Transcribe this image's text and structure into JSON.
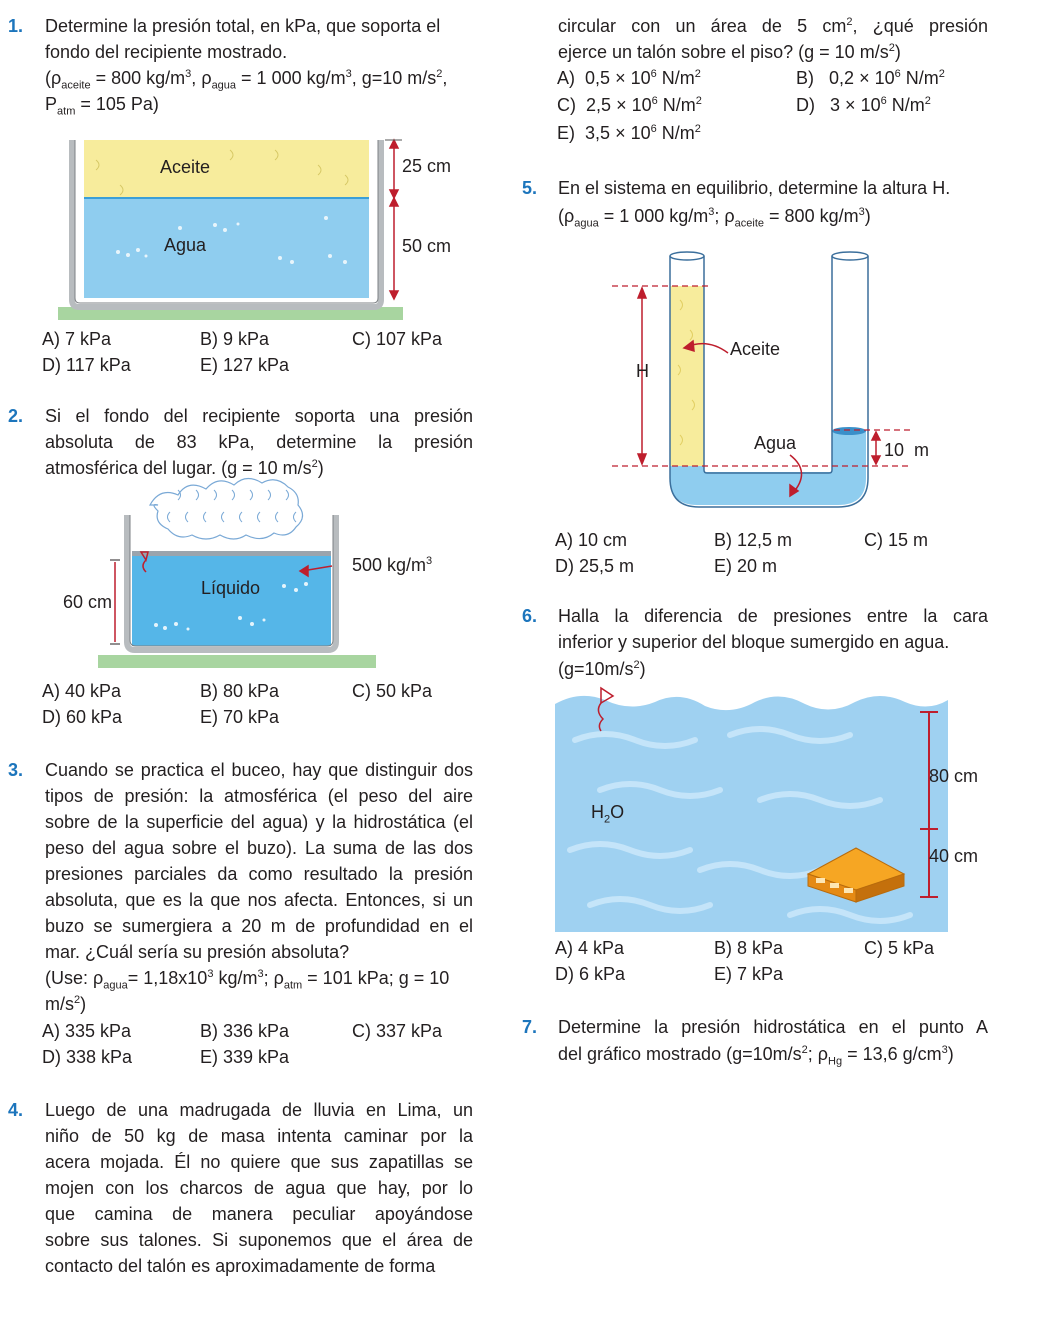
{
  "q1": {
    "num": "1.",
    "line1": "Determine la presión total, en kPa, que soporta el",
    "line2": "fondo del recipiente mostrado.",
    "d_aceite": "aceite",
    "d_aceite_val": " = 800 kg/m",
    "d_agua": "agua",
    "d_agua_val": " = 1 000 kg/m",
    "g_val": ", g=10 m/s",
    "patm": "atm",
    "patm_val": " = 105 Pa)",
    "fig": {
      "aceite": "Aceite",
      "agua": "Agua",
      "h1": "25 cm",
      "h2": "50 cm"
    },
    "options": [
      "A) 7 kPa",
      "B) 9 kPa",
      "C) 107 kPa",
      "D) 117 kPa",
      "E) 127 kPa"
    ]
  },
  "q2": {
    "num": "2.",
    "line1": "Si el fondo del recipiente soporta una presión",
    "line2": "absoluta de 83 kPa, determine la presión",
    "line3": "atmosférica del lugar. (g = 10 m/s",
    "fig": {
      "density": "500 kg/m",
      "liquid": "Líquido",
      "height": "60 cm"
    },
    "options": [
      "A) 40 kPa",
      "B) 80 kPa",
      "C) 50 kPa",
      "D) 60 kPa",
      "E) 70 kPa"
    ]
  },
  "q3": {
    "num": "3.",
    "lines": [
      "Cuando se practica el buceo, hay que distinguir dos",
      "tipos de presión: la atmosférica (el peso del aire",
      "sobre de la superficie del agua) y la hidrostática (el",
      "peso del agua sobre el buzo). La suma de las dos",
      "presiones parciales da como resultado la presión",
      "absoluta, que es la que nos afecta. Entonces, si un",
      "buzo se sumergiera a 20 m de profundidad en el"
    ],
    "last_line": "mar. ¿Cuál sería su presión absoluta?",
    "use_a": "(Use: ρ",
    "use_agua": "agua",
    "use_b": "= 1,18x10",
    "use_c": " kg/m",
    "use_d": "; ρ",
    "use_atm": "atm",
    "use_e": " = 101 kPa; g = 10",
    "use_f": "m/s",
    "options": [
      "A) 335 kPa",
      "B) 336 kPa",
      "C) 337 kPa",
      "D) 338 kPa",
      "E) 339 kPa"
    ]
  },
  "q4": {
    "num": "4.",
    "lines": [
      "Luego de una madrugada de lluvia en Lima, un",
      "niño de 50 kg de masa intenta caminar por la",
      "acera mojada. Él no quiere que sus zapatillas se",
      "mojen con los charcos de agua que hay, por lo",
      "que camina de manera peculiar apoyándose",
      "sobre sus talones. Si suponemos que el área de"
    ],
    "last_line": "contacto del talón es aproximadamente de forma",
    "cont1a": "circular con un área de 5 cm",
    "cont1b": ", ¿qué presión",
    "cont2a": "ejerce un talón sobre el piso? (g = 10 m/s",
    "cont2b": ")",
    "options": [
      {
        "label": "A)",
        "mant": "0,5",
        "exp": "6"
      },
      {
        "label": "B)",
        "mant": "0,2",
        "exp": "6"
      },
      {
        "label": "C)",
        "mant": "2,5",
        "exp": "6"
      },
      {
        "label": "D)",
        "mant": "3",
        "exp": "6"
      },
      {
        "label": "E)",
        "mant": "3,5",
        "exp": "6"
      }
    ],
    "times": "×",
    "ten": "10",
    "unit": "N/m"
  },
  "q5": {
    "num": "5.",
    "line1": "En el sistema en equilibrio, determine la altura H.",
    "d_open": "(ρ",
    "d_agua": "agua",
    "d_agua_val": " = 1 000 kg/m",
    "d_sep": "; ρ",
    "d_aceite": "aceite",
    "d_aceite_val": " = 800 kg/m",
    "d_close": ")",
    "fig": {
      "aceite": "Aceite",
      "agua": "Agua",
      "h": "H",
      "dim": "10  m"
    },
    "options": [
      "A) 10 cm",
      "B) 12,5 m",
      "C) 15 m",
      "D) 25,5 m",
      "E) 20 m"
    ]
  },
  "q6": {
    "num": "6.",
    "line1": "Halla la diferencia de presiones entre la cara",
    "line2": "inferior y superior del bloque sumergido en agua.",
    "line3": "(g=10m/s",
    "fig": {
      "h2o": "H",
      "h2o_sub": "2",
      "h2o_end": "O",
      "d1": "80 cm",
      "d2": "40 cm"
    },
    "options": [
      "A) 4 kPa",
      "B) 8 kPa",
      "C) 5 kPa",
      "D) 6 kPa",
      "E) 7 kPa"
    ]
  },
  "q7": {
    "num": "7.",
    "line1": "Determine la presión hidrostática en el punto A",
    "line2a": "del gráfico mostrado (g=10m/s",
    "line2b": "; ρ",
    "line2_hg": "Hg",
    "line2c": " = 13,6 g/cm",
    "line2d": ")"
  },
  "sup": {
    "two": "2",
    "three": "3"
  },
  "symbols": {
    "rho": "ρ",
    "p": "P"
  },
  "colors": {
    "accent": "#1c75bc",
    "water": "#8fcdef",
    "oil": "#f7ec9c",
    "arrow": "#be1e2d"
  }
}
